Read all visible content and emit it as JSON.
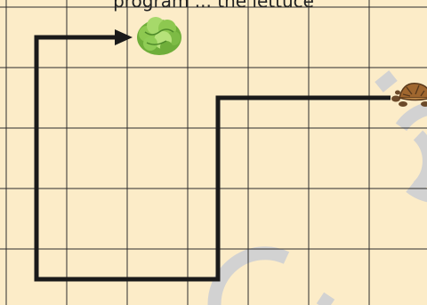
{
  "header": {
    "caption_fragment": "program ... the lettuce"
  },
  "board": {
    "columns": 7,
    "rows": 5,
    "background_color": "#fcecc8",
    "grid_color": "#2b2b2b",
    "path_color": "#1a1a1a"
  },
  "path": {
    "cells": [
      [
        6,
        1
      ],
      [
        3,
        1
      ],
      [
        3,
        4
      ],
      [
        0,
        4
      ],
      [
        0,
        0
      ],
      [
        2,
        0
      ]
    ],
    "description": "Route drawn from the turtle to the lettuce"
  },
  "pieces": {
    "turtle": {
      "icon": "turtle-icon",
      "cell": [
        6,
        1
      ]
    },
    "lettuce": {
      "icon": "lettuce-icon",
      "cell": [
        2,
        0
      ]
    }
  },
  "watermark": {
    "icon": "watermark-circles-icon",
    "color": "#cfcfcf"
  }
}
